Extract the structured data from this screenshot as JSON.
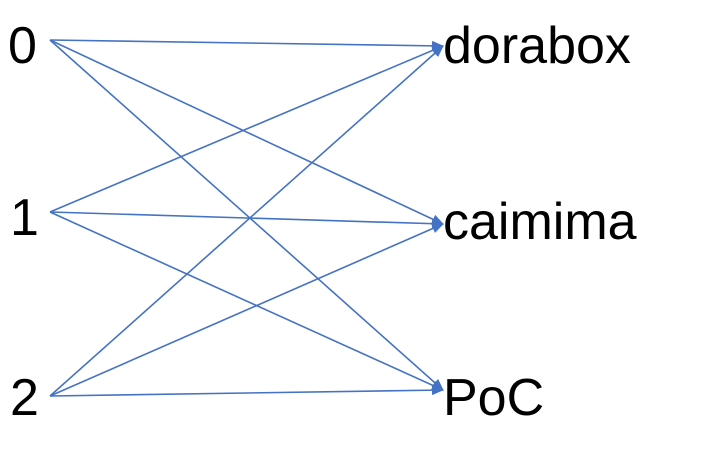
{
  "diagram": {
    "left_nodes": [
      {
        "id": "0",
        "label": "0"
      },
      {
        "id": "1",
        "label": "1"
      },
      {
        "id": "2",
        "label": "2"
      }
    ],
    "right_nodes": [
      {
        "id": "dorabox",
        "label": "dorabox"
      },
      {
        "id": "caimima",
        "label": "caimima"
      },
      {
        "id": "PoC",
        "label": "PoC"
      }
    ],
    "edges": [
      {
        "from": "0",
        "to": "dorabox"
      },
      {
        "from": "0",
        "to": "caimima"
      },
      {
        "from": "0",
        "to": "PoC"
      },
      {
        "from": "1",
        "to": "dorabox"
      },
      {
        "from": "1",
        "to": "caimima"
      },
      {
        "from": "1",
        "to": "PoC"
      },
      {
        "from": "2",
        "to": "dorabox"
      },
      {
        "from": "2",
        "to": "caimima"
      },
      {
        "from": "2",
        "to": "PoC"
      }
    ],
    "edge_color": "#4472C4",
    "text_color": "#000000"
  }
}
